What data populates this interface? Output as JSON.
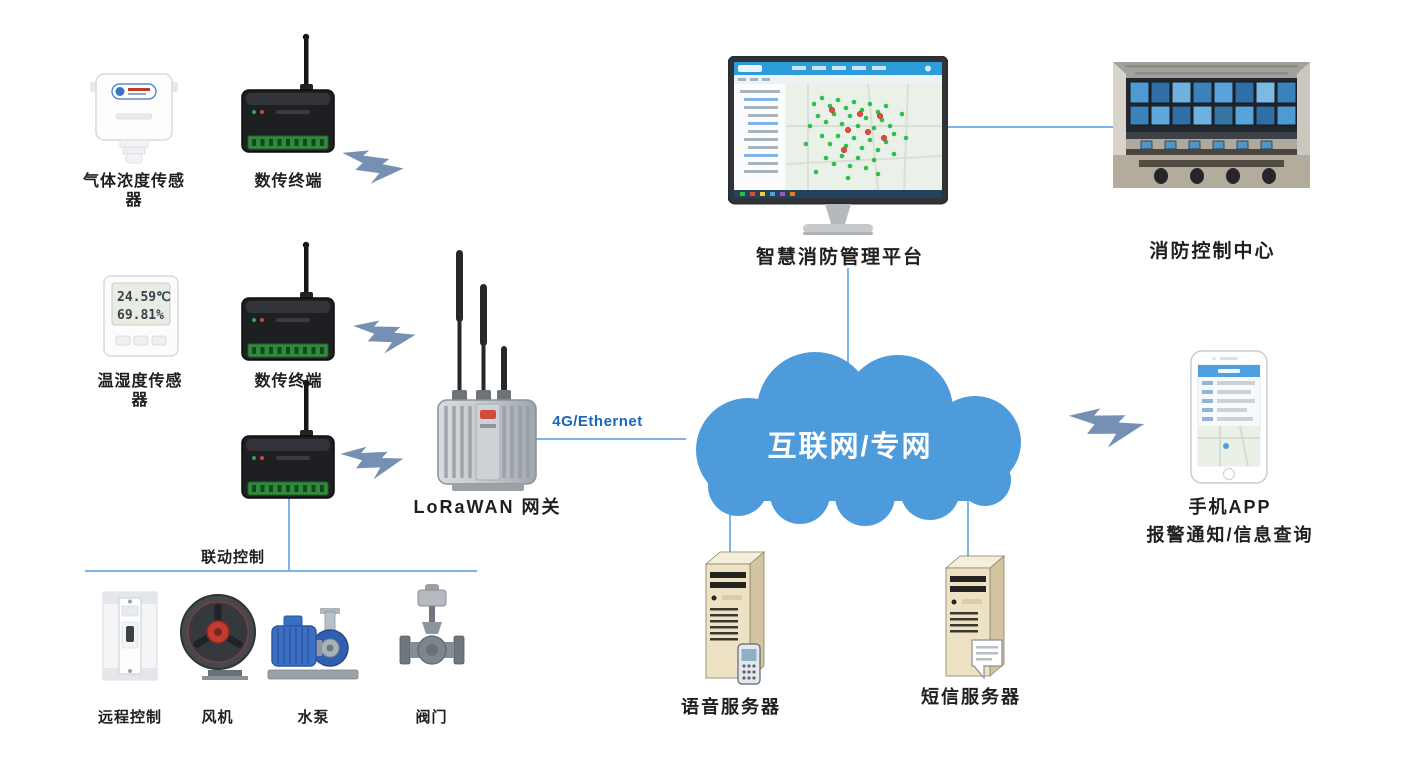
{
  "nodes": {
    "gas_sensor": {
      "label": "气体浓度传感器"
    },
    "dtu_top": {
      "label": "数传终端"
    },
    "temp_sensor": {
      "label": "温湿度传感器",
      "display": {
        "temperature": "24.59℃",
        "humidity": "69.81%"
      }
    },
    "dtu_mid": {
      "label": "数传终端"
    },
    "gateway": {
      "label": "LoRaWAN 网关"
    },
    "linkage": {
      "label": "联动控制",
      "devices": [
        {
          "label": "远程控制"
        },
        {
          "label": "风机"
        },
        {
          "label": "水泵"
        },
        {
          "label": "阀门"
        }
      ]
    },
    "platform": {
      "label": "智慧消防管理平台"
    },
    "control_center": {
      "label": "消防控制中心"
    },
    "cloud": {
      "label": "互联网/专网"
    },
    "voice_server": {
      "label": "语音服务器"
    },
    "sms_server": {
      "label": "短信服务器"
    },
    "phone": {
      "label": "手机APP",
      "sublabel": "报警通知/信息查询"
    }
  },
  "links": {
    "gateway_cloud": {
      "label": "4G/Ethernet"
    }
  },
  "colors": {
    "cloud_fill": "#4E9BDC",
    "cloud_stroke": "#3C88C8",
    "connector": "#7FB2E5",
    "link_label": "#1B66B9",
    "lightning": "#7590B2",
    "label_text": "#1F1F1F"
  }
}
